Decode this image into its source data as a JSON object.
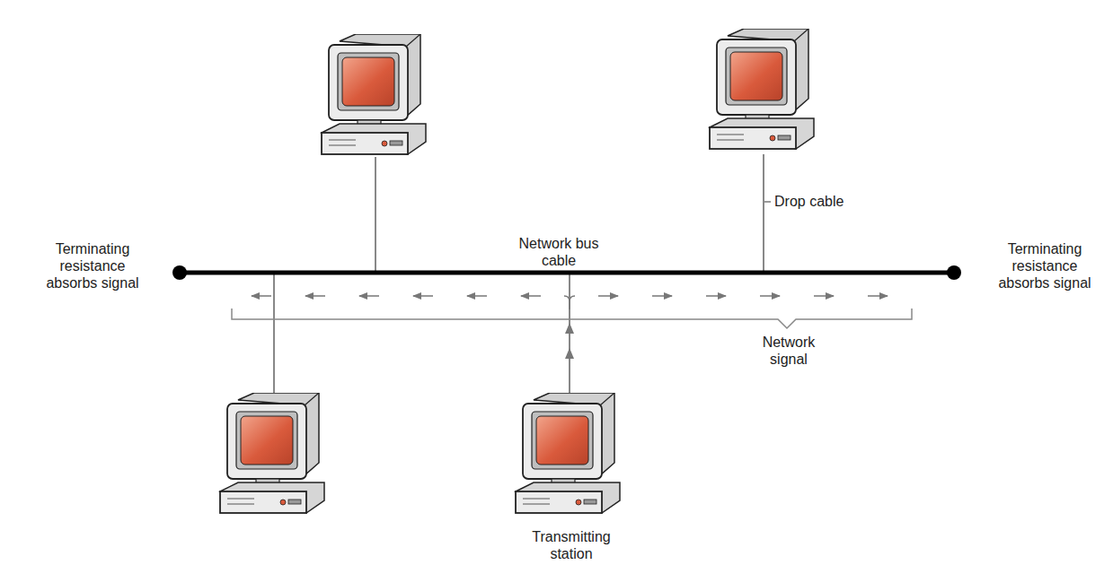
{
  "diagram": {
    "labels": [
      "Terminating resistance absorbs signal",
      "Network bus cable",
      "Drop cable",
      "Terminating resistance absorbs signal",
      "Network signal",
      "Transmitting station"
    ]
  }
}
